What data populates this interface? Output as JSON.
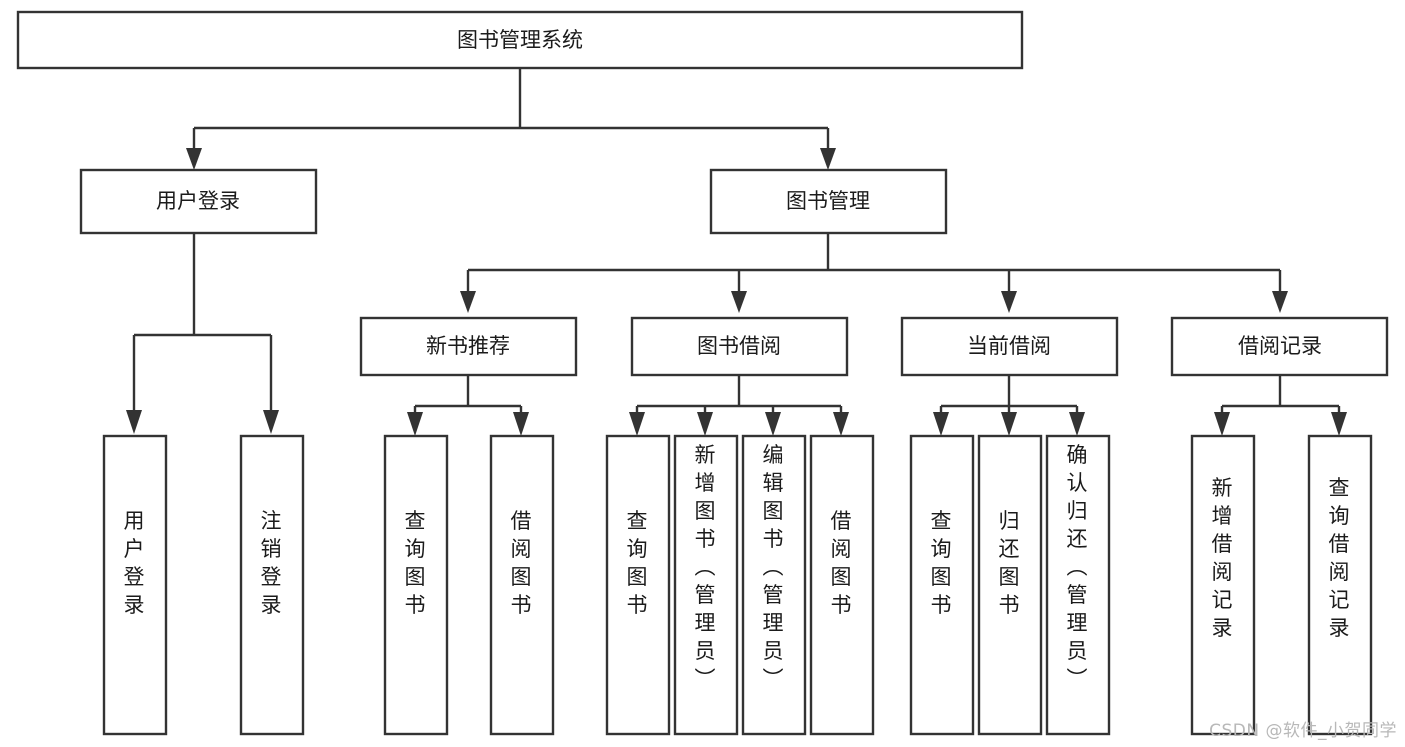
{
  "diagram": {
    "type": "tree",
    "title": "图书管理系统",
    "orientation": "top-down",
    "colors": {
      "background": "#ffffff",
      "box_fill": "#ffffff",
      "stroke": "#333333",
      "text": "#1b1b1b",
      "watermark": "#b8b8b8"
    },
    "levels": {
      "root": "图书管理系统",
      "level2": [
        "用户登录",
        "图书管理"
      ],
      "level3": [
        "新书推荐",
        "图书借阅",
        "当前借阅",
        "借阅记录"
      ]
    },
    "nodes": {
      "root": {
        "label": "图书管理系统",
        "orient": "horizontal"
      },
      "user_login": {
        "label": "用户登录",
        "orient": "horizontal"
      },
      "book_manage": {
        "label": "图书管理",
        "orient": "horizontal"
      },
      "new_book_rec": {
        "label": "新书推荐",
        "orient": "horizontal"
      },
      "book_borrow": {
        "label": "图书借阅",
        "orient": "horizontal"
      },
      "current_borrow": {
        "label": "当前借阅",
        "orient": "horizontal"
      },
      "borrow_record": {
        "label": "借阅记录",
        "orient": "horizontal"
      },
      "leaf_user_login": {
        "label": "用户登录",
        "orient": "vertical"
      },
      "leaf_logout": {
        "label": "注销登录",
        "orient": "vertical"
      },
      "leaf_query_book_1": {
        "label": "查询图书",
        "orient": "vertical"
      },
      "leaf_borrow_book_1": {
        "label": "借阅图书",
        "orient": "vertical"
      },
      "leaf_query_book_2": {
        "label": "查询图书",
        "orient": "vertical"
      },
      "leaf_add_book": {
        "label": "新增图书（管理员）",
        "orient": "vertical"
      },
      "leaf_edit_book": {
        "label": "编辑图书（管理员）",
        "orient": "vertical"
      },
      "leaf_borrow_book_2": {
        "label": "借阅图书",
        "orient": "vertical"
      },
      "leaf_query_book_3": {
        "label": "查询图书",
        "orient": "vertical"
      },
      "leaf_return_book": {
        "label": "归还图书",
        "orient": "vertical"
      },
      "leaf_confirm_return": {
        "label": "确认归还（管理员）",
        "orient": "vertical"
      },
      "leaf_add_record": {
        "label": "新增借阅记录",
        "orient": "vertical"
      },
      "leaf_query_record": {
        "label": "查询借阅记录",
        "orient": "vertical"
      }
    },
    "edges": [
      {
        "from": "root",
        "to": "user_login"
      },
      {
        "from": "root",
        "to": "book_manage"
      },
      {
        "from": "user_login",
        "to": "leaf_user_login"
      },
      {
        "from": "user_login",
        "to": "leaf_logout"
      },
      {
        "from": "book_manage",
        "to": "new_book_rec"
      },
      {
        "from": "book_manage",
        "to": "book_borrow"
      },
      {
        "from": "book_manage",
        "to": "current_borrow"
      },
      {
        "from": "book_manage",
        "to": "borrow_record"
      },
      {
        "from": "new_book_rec",
        "to": "leaf_query_book_1"
      },
      {
        "from": "new_book_rec",
        "to": "leaf_borrow_book_1"
      },
      {
        "from": "book_borrow",
        "to": "leaf_query_book_2"
      },
      {
        "from": "book_borrow",
        "to": "leaf_add_book"
      },
      {
        "from": "book_borrow",
        "to": "leaf_edit_book"
      },
      {
        "from": "book_borrow",
        "to": "leaf_borrow_book_2"
      },
      {
        "from": "current_borrow",
        "to": "leaf_query_book_3"
      },
      {
        "from": "current_borrow",
        "to": "leaf_return_book"
      },
      {
        "from": "current_borrow",
        "to": "leaf_confirm_return"
      },
      {
        "from": "borrow_record",
        "to": "leaf_add_record"
      },
      {
        "from": "borrow_record",
        "to": "leaf_query_record"
      }
    ]
  },
  "watermark": {
    "text": "CSDN @软件_小贺同学"
  }
}
